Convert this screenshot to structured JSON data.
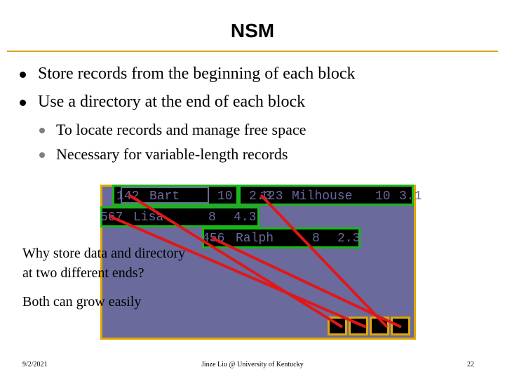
{
  "slide": {
    "title": "NSM",
    "bullets": [
      "Store records from the beginning of each block",
      "Use a directory at the end of each block"
    ],
    "sub_bullets": [
      "To locate records and manage free space",
      "Necessary for variable-length records"
    ],
    "records": {
      "r1": {
        "id": "142",
        "name": "Bart",
        "num": "10",
        "val": "2.3"
      },
      "r2": {
        "id": "123",
        "name": "Milhouse",
        "num": "10",
        "val": "3.1"
      },
      "r3": {
        "id": "567",
        "name": "Lisa",
        "num": "8",
        "val": "4.3"
      },
      "r4": {
        "id": "456",
        "name": "Ralph",
        "num": "8",
        "val": "2.3"
      }
    },
    "notes": {
      "question_line1": "Why store data and directory",
      "question_line2": "at two different ends?",
      "answer": "Both can grow easily"
    },
    "footer": {
      "date": "9/2/2021",
      "author": "Jinze Liu @ University of Kentucky",
      "page": "22"
    },
    "colors": {
      "accent_rule": "#d9a520",
      "block_fill": "#6a6a9d",
      "record_border": "#18b818",
      "pointer_line": "#e01818"
    }
  }
}
